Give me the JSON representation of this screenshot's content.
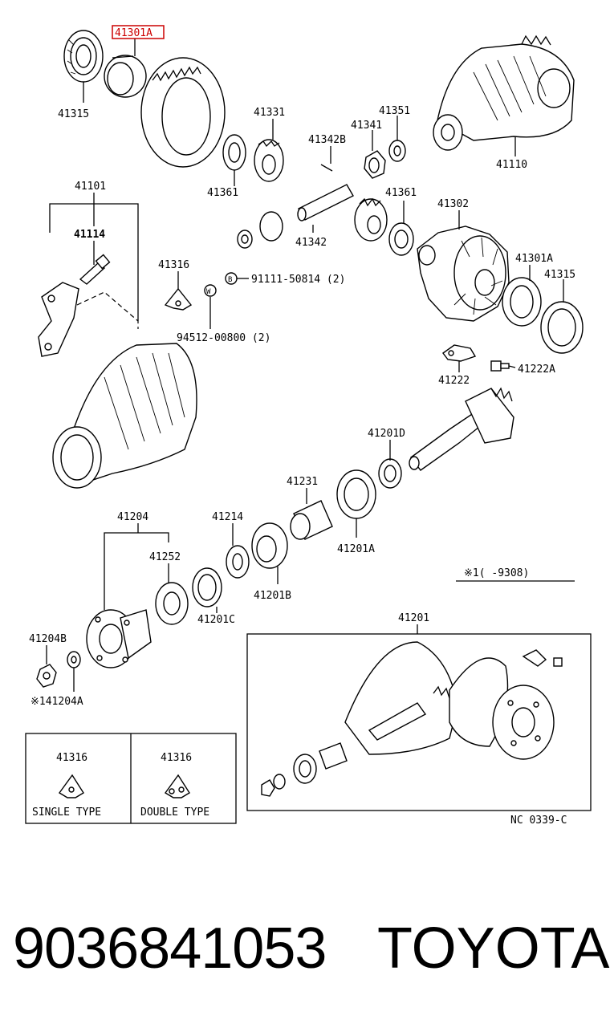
{
  "callouts": {
    "c41301A_top": "41301A",
    "c41315_top": "41315",
    "c41331": "41331",
    "c41351": "41351",
    "c41341": "41341",
    "c41342B": "41342B",
    "c41110": "41110",
    "c41101": "41101",
    "c41114": "41114",
    "c41361_a": "41361",
    "c41361_b": "41361",
    "c41342": "41342",
    "c41302": "41302",
    "c41316": "41316",
    "c91111": "91111-50814 (2)",
    "c94512": "94512-00800 (2)",
    "c41301A_mid": "41301A",
    "c41315_mid": "41315",
    "c41222": "41222",
    "c41222A": "41222A",
    "c41201D": "41201D",
    "c41231": "41231",
    "c41201A": "41201A",
    "c41204": "41204",
    "c41214": "41214",
    "c41252": "41252",
    "c41201B": "41201B",
    "c41201C": "41201C",
    "c41204B": "41204B",
    "c41204A": "※141204A",
    "c9308": "※1(      -9308)",
    "c41201": "41201",
    "box_41316_a": "41316",
    "box_41316_b": "41316",
    "single_type": "SINGLE TYPE",
    "double_type": "DOUBLE TYPE",
    "ref_code": "NC 0339-C",
    "circ_b": "B",
    "circ_w": "W"
  },
  "highlight_color": "#cc0000",
  "footer": {
    "part_number": "9036841053",
    "brand": "TOYOTA"
  }
}
